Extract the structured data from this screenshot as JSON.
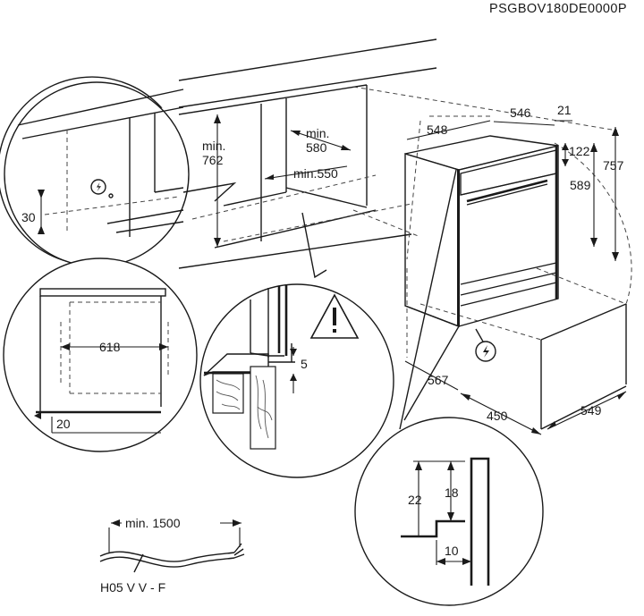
{
  "doc_code": "PSGBOV180DE0000P",
  "labels": {
    "cabinet_min_height": "min.",
    "cabinet_min_height_value": "762",
    "cabinet_min_depth": "min.",
    "cabinet_min_depth_value": "580",
    "cabinet_min_width": "min.550",
    "socket_height": "30",
    "oven_width": "548",
    "oven_depth_top": "546",
    "front_thickness": "21",
    "top_offset": "122",
    "oven_height": "589",
    "oven_total_height": "757",
    "niche_width_label": "567",
    "bottom_width": "450",
    "bottom_depth": "549",
    "inner_depth": "618",
    "bottom_gap": "20",
    "gap_5": "5",
    "detail_22": "22",
    "detail_18": "18",
    "detail_10": "10",
    "cable_length": "min. 1500",
    "cable_type": "H05 V V - F"
  },
  "icons": {
    "electric": "electric-plug-icon",
    "warning": "warning-triangle-icon"
  }
}
